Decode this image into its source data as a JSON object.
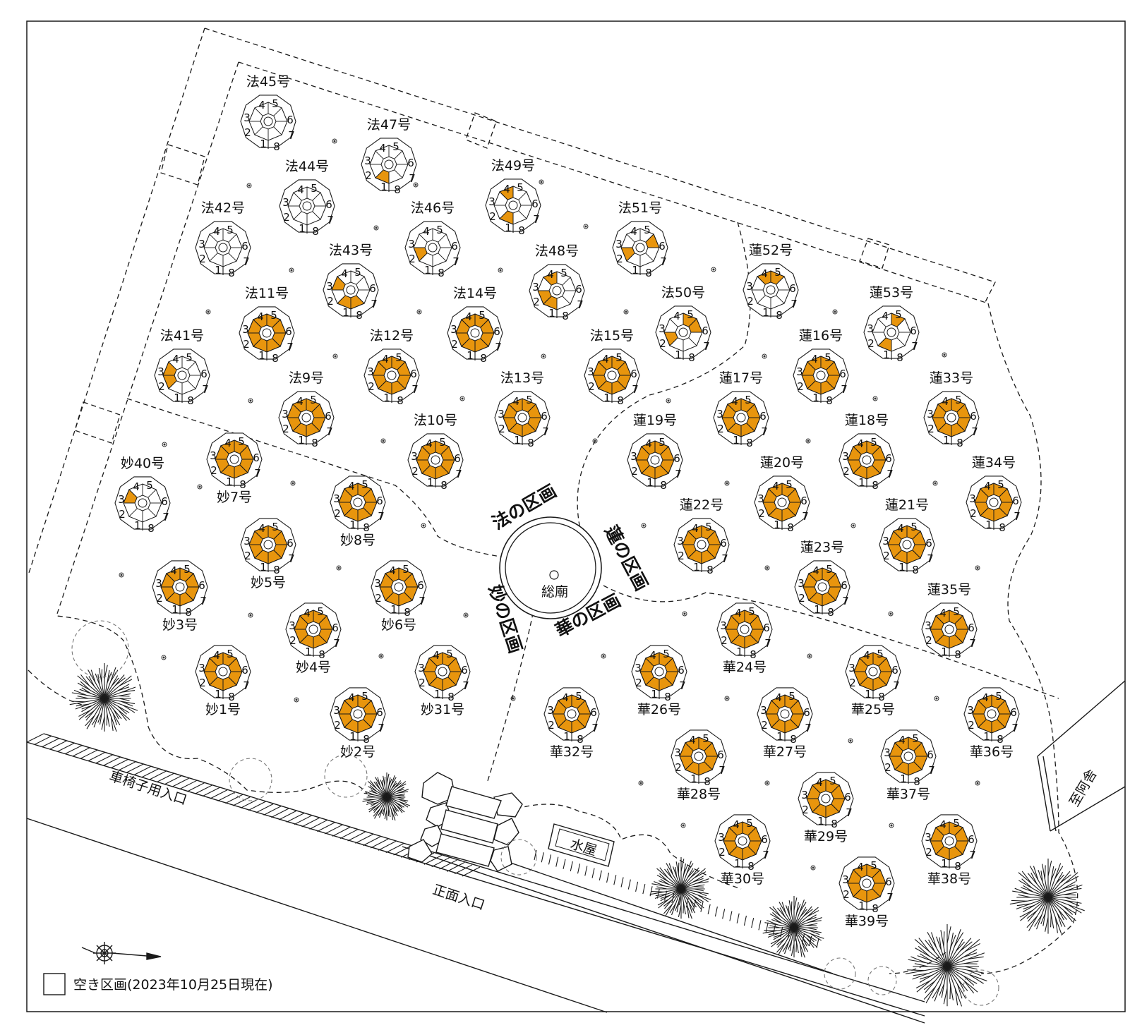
{
  "colors": {
    "occupied": "#E8950D",
    "line": "#1a1a1a",
    "background": "#ffffff"
  },
  "map": {
    "hall": "総廟",
    "sections": [
      {
        "id": "ho",
        "label": "法の区画"
      },
      {
        "id": "ren",
        "label": "蓮の区画"
      },
      {
        "id": "myo",
        "label": "妙の区画"
      },
      {
        "id": "ka",
        "label": "華の区画"
      }
    ],
    "entrances": {
      "front": "正面入口",
      "wheelchair": "車椅子用入口",
      "to_building": "至阿舎"
    },
    "water_hut": "水屋",
    "legend": {
      "vacant": "空き区画(2023年10月25日現在)"
    }
  },
  "plots": [
    {
      "label": "法45号",
      "occupied": []
    },
    {
      "label": "法47号",
      "occupied": [
        1
      ]
    },
    {
      "label": "法44号",
      "occupied": []
    },
    {
      "label": "法49号",
      "occupied": [
        1,
        4
      ]
    },
    {
      "label": "法42号",
      "occupied": []
    },
    {
      "label": "法46号",
      "occupied": [
        2
      ]
    },
    {
      "label": "法51号",
      "occupied": [
        2,
        6
      ]
    },
    {
      "label": "法43号",
      "occupied": [
        3,
        8,
        1
      ]
    },
    {
      "label": "法48号",
      "occupied": [
        4,
        2,
        1
      ]
    },
    {
      "label": "蓮52号",
      "occupied": [
        4,
        5
      ]
    },
    {
      "label": "法11号",
      "occupied": "all"
    },
    {
      "label": "法14号",
      "occupied": [
        3,
        4,
        5,
        6,
        7,
        8,
        1,
        2
      ]
    },
    {
      "label": "法50号",
      "occupied": [
        5,
        6,
        2
      ]
    },
    {
      "label": "蓮53号",
      "occupied": [
        5,
        1
      ]
    },
    {
      "label": "法41号",
      "occupied": [
        3,
        2
      ]
    },
    {
      "label": "法12号",
      "occupied": "all"
    },
    {
      "label": "法15号",
      "occupied": "all"
    },
    {
      "label": "蓮16号",
      "occupied": "all"
    },
    {
      "label": "法9号",
      "occupied": "all"
    },
    {
      "label": "法13号",
      "occupied": "all"
    },
    {
      "label": "蓮17号",
      "occupied": "all"
    },
    {
      "label": "蓮33号",
      "occupied": "all"
    },
    {
      "label": "法10号",
      "occupied": "all"
    },
    {
      "label": "蓮19号",
      "occupied": "all"
    },
    {
      "label": "蓮18号",
      "occupied": "all"
    },
    {
      "label": "妙7号",
      "occupied": "all"
    },
    {
      "label": "妙40号",
      "occupied": [
        3
      ]
    },
    {
      "label": "蓮20号",
      "occupied": "all"
    },
    {
      "label": "蓮34号",
      "occupied": "all"
    },
    {
      "label": "妙8号",
      "occupied": "all"
    },
    {
      "label": "蓮22号",
      "occupied": "all"
    },
    {
      "label": "蓮21号",
      "occupied": "all"
    },
    {
      "label": "妙5号",
      "occupied": "all"
    },
    {
      "label": "妙3号",
      "occupied": "all"
    },
    {
      "label": "妙6号",
      "occupied": "all"
    },
    {
      "label": "蓮23号",
      "occupied": "all"
    },
    {
      "label": "蓮35号",
      "occupied": "all"
    },
    {
      "label": "妙4号",
      "occupied": "all"
    },
    {
      "label": "華24号",
      "occupied": "all"
    },
    {
      "label": "妙1号",
      "occupied": "all"
    },
    {
      "label": "妙31号",
      "occupied": "all"
    },
    {
      "label": "華26号",
      "occupied": "all"
    },
    {
      "label": "華25号",
      "occupied": "all"
    },
    {
      "label": "妙2号",
      "occupied": "all"
    },
    {
      "label": "華32号",
      "occupied": "all"
    },
    {
      "label": "華27号",
      "occupied": "all"
    },
    {
      "label": "華36号",
      "occupied": "all"
    },
    {
      "label": "華28号",
      "occupied": "all"
    },
    {
      "label": "華37号",
      "occupied": "all"
    },
    {
      "label": "華29号",
      "occupied": "all"
    },
    {
      "label": "華30号",
      "occupied": "all"
    },
    {
      "label": "華38号",
      "occupied": "all"
    },
    {
      "label": "華39号",
      "occupied": "all"
    }
  ]
}
